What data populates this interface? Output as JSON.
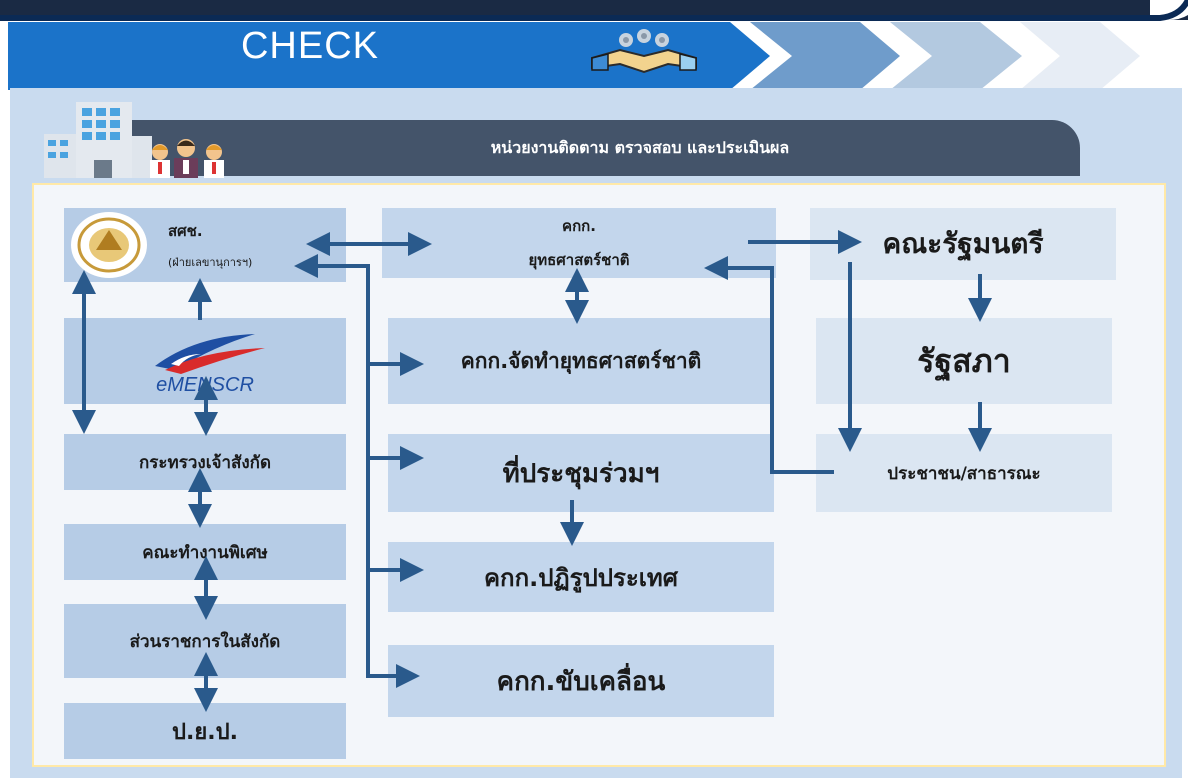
{
  "header": {
    "title": "CHECK",
    "icon": "handshake-team-icon"
  },
  "section": {
    "title": "หน่วยงานติดตาม ตรวจสอบ และประเมินผล",
    "icon": "office-building-staff-icon"
  },
  "left_column": {
    "nesdc": {
      "name": "สศช.",
      "sub": "(ฝ่ายเลขานุการฯ)",
      "logo": "nesdc-seal-logo"
    },
    "emenscr": {
      "logo_text": "eMENSCR"
    },
    "ministry": "กระทรวงเจ้าสังกัด",
    "special_working_group": "คณะทำงานพิเศษ",
    "agencies": "ส่วนราชการในสังกัด",
    "pyp": "ป.ย.ป."
  },
  "middle_column": {
    "national_strategy_committee": {
      "line1": "คกก.",
      "line2": "ยุทธศาสตร์ชาติ"
    },
    "strategy_drafting_committee": "คกก.จัดทำยุทธศาสตร์ชาติ",
    "joint_meeting": "ที่ประชุมร่วมฯ",
    "reform_committee": "คกก.ปฏิรูปประเทศ",
    "driving_committee": "คกก.ขับเคลื่อน"
  },
  "right_column": {
    "cabinet": "คณะรัฐมนตรี",
    "parliament": "รัฐสภา",
    "public": "ประชาชน/สาธารณะ"
  },
  "colors": {
    "header_blue": "#1b73c9",
    "panel": "#c9dbef",
    "section_bar": "#44546a",
    "arrow": "#2a5a8c",
    "frame_border": "#ffe9a8"
  }
}
